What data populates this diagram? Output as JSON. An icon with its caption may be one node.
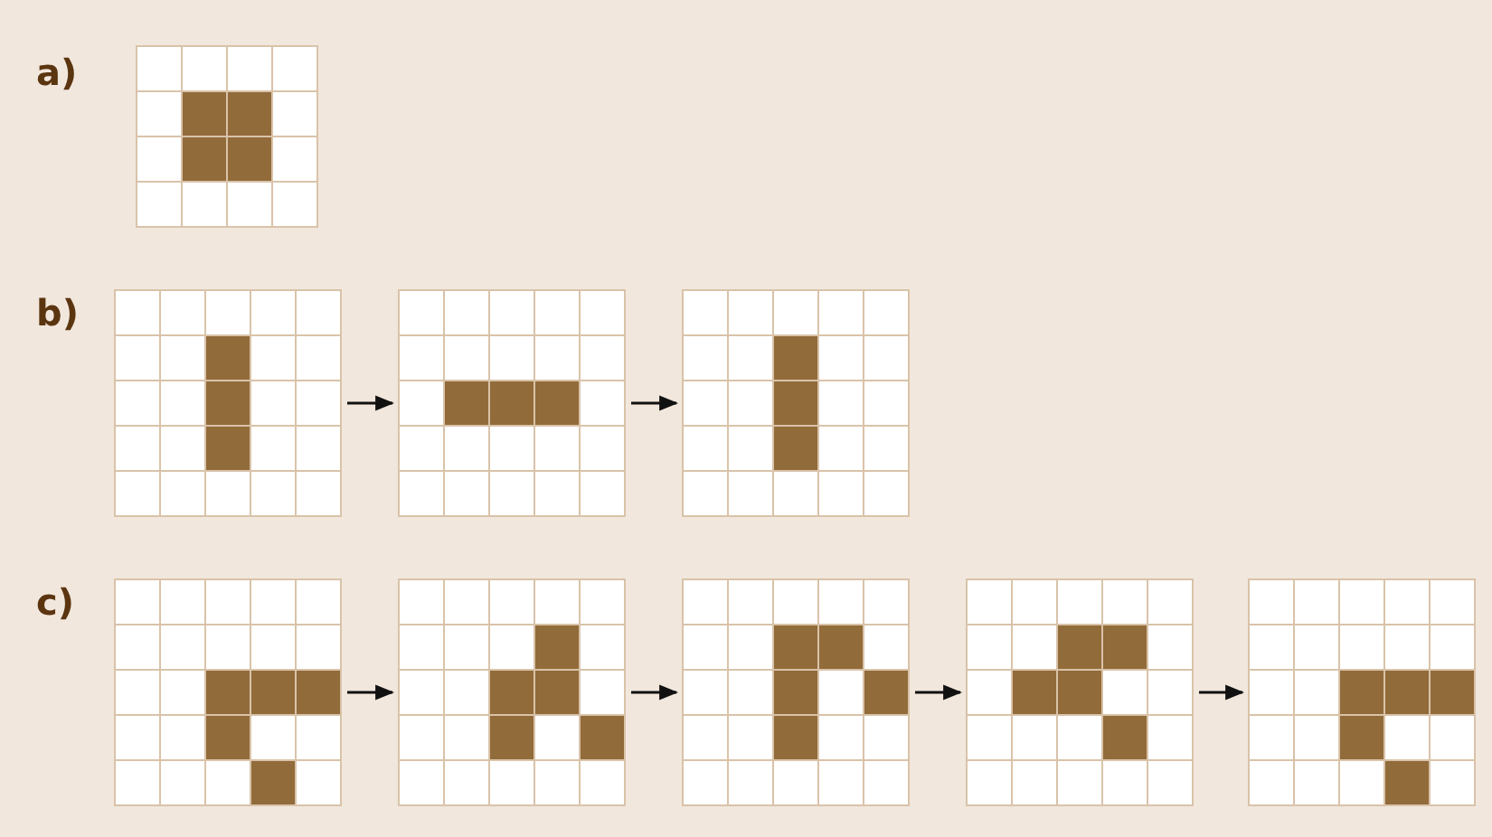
{
  "diagram": {
    "nodes": [
      {
        "text": [],
        "shape": "grid"
      },
      {
        "text": [],
        "shape": "grid"
      },
      {
        "text": [],
        "shape": "grid"
      },
      {
        "text": [],
        "shape": "grid"
      },
      {
        "text": [],
        "shape": "grid"
      },
      {
        "text": [],
        "shape": "grid"
      },
      {
        "text": [],
        "shape": "grid"
      },
      {
        "text": [],
        "shape": "grid"
      },
      {
        "text": [],
        "shape": "grid"
      }
    ],
    "edges": [
      {
        "from": 1,
        "to": 2,
        "arrow": "to"
      },
      {
        "from": 2,
        "to": 3,
        "arrow": "to"
      },
      {
        "from": 4,
        "to": 5,
        "arrow": "to"
      },
      {
        "from": 5,
        "to": 6,
        "arrow": "to"
      },
      {
        "from": 6,
        "to": 7,
        "arrow": "to"
      },
      {
        "from": 7,
        "to": 8,
        "arrow": "to"
      }
    ],
    "labels": [
      "a)",
      "b)",
      "c)"
    ]
  }
}
